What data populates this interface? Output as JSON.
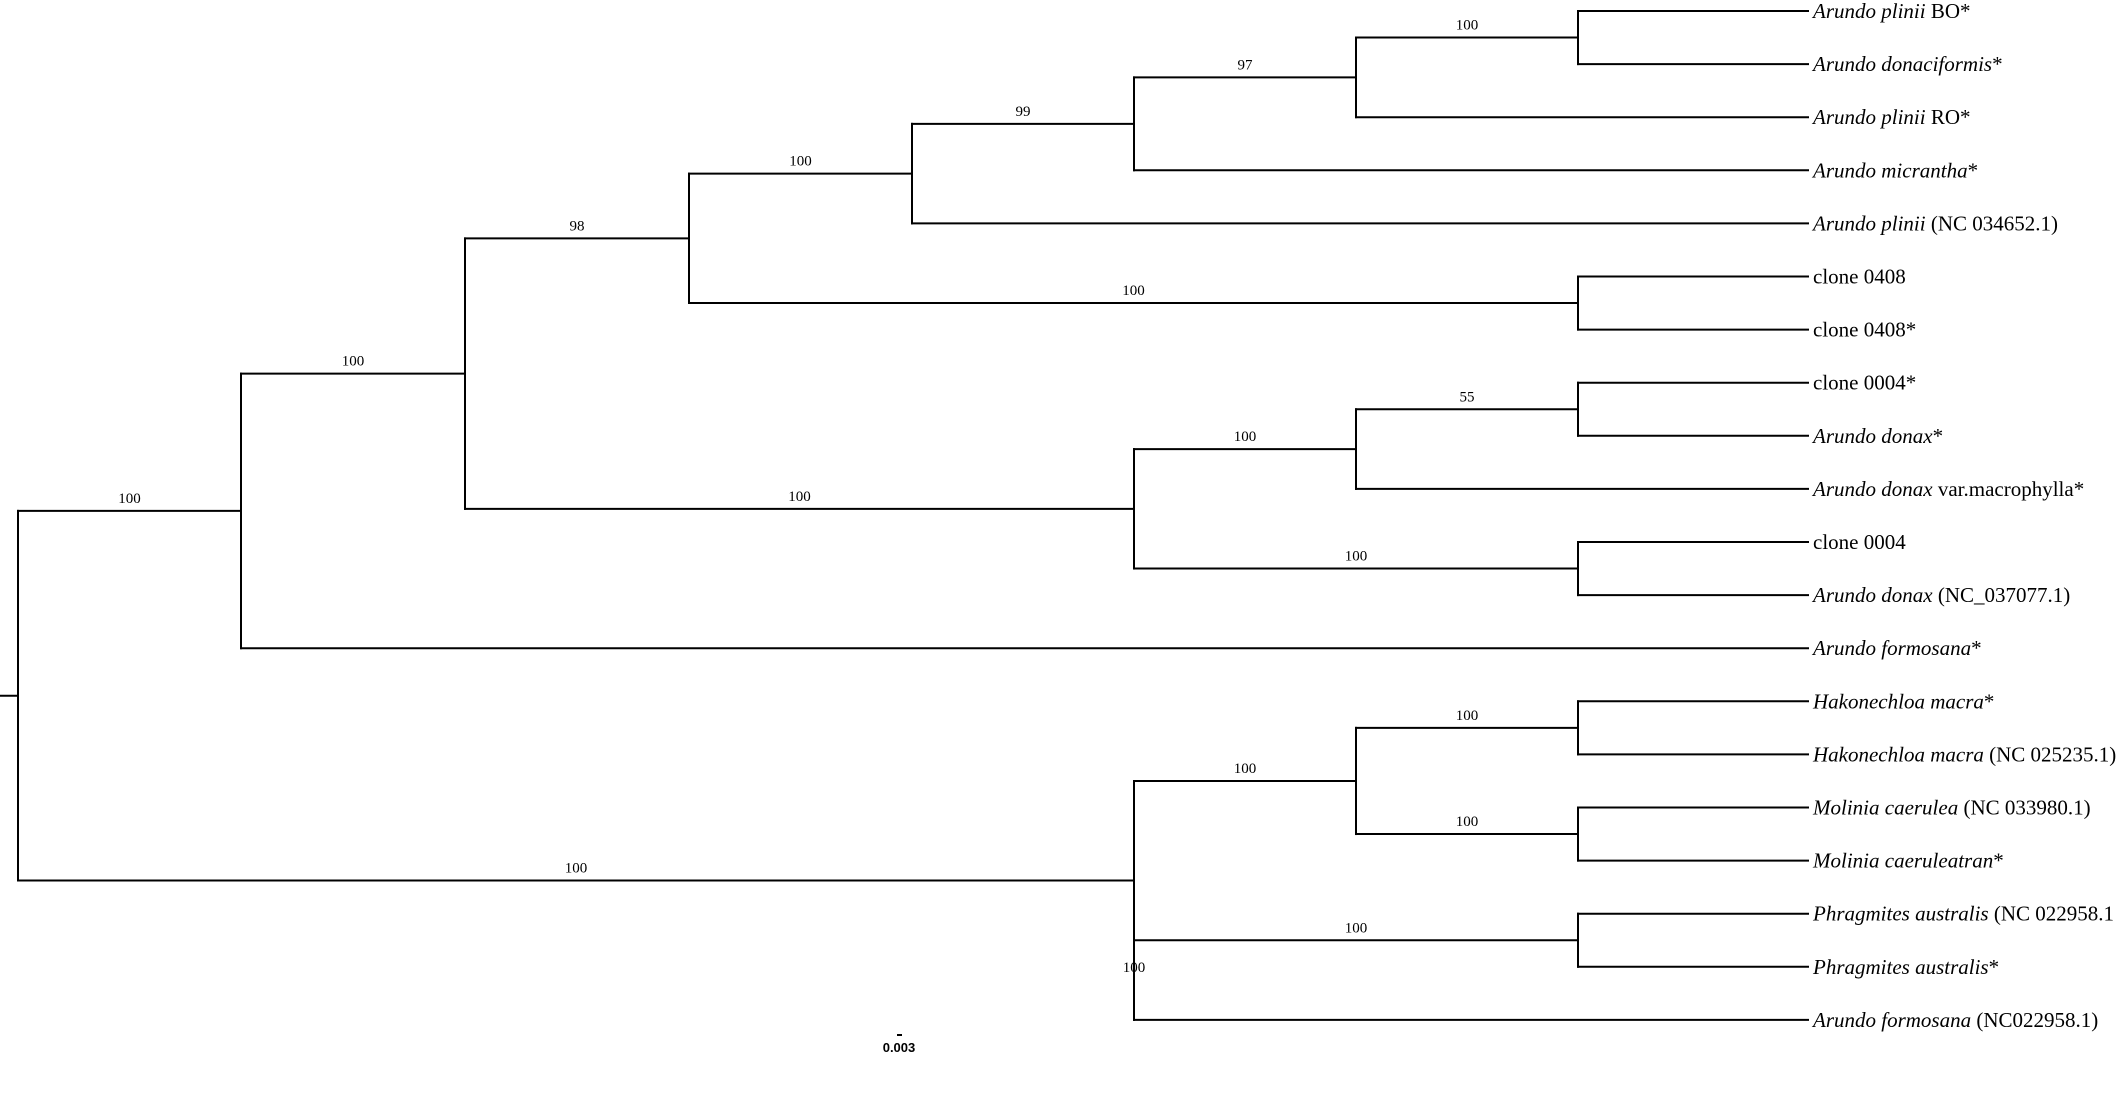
{
  "leaves": [
    {
      "id": "a1",
      "genus": "Arundo plinii",
      "rest": " BO*"
    },
    {
      "id": "a2",
      "genus": "Arundo donaciformis",
      "rest": "*"
    },
    {
      "id": "a3",
      "genus": "Arundo plinii",
      "rest": " RO*"
    },
    {
      "id": "a4",
      "genus": "Arundo micrantha",
      "rest": "*"
    },
    {
      "id": "a5",
      "genus": "Arundo plinii",
      "rest": " (NC 034652.1)"
    },
    {
      "id": "c1",
      "genus": "",
      "rest": "clone 0408"
    },
    {
      "id": "c2",
      "genus": "",
      "rest": "clone 0408*"
    },
    {
      "id": "c3",
      "genus": "",
      "rest": "clone 0004*"
    },
    {
      "id": "d1",
      "genus": "Arundo donax",
      "rest": "*"
    },
    {
      "id": "d2",
      "genus": "Arundo donax",
      "rest": " var.macrophylla*"
    },
    {
      "id": "c4",
      "genus": "",
      "rest": "clone 0004"
    },
    {
      "id": "d3",
      "genus": "Arundo donax",
      "rest": " (NC_037077.1)"
    },
    {
      "id": "f1",
      "genus": "Arundo formosana",
      "rest": "*"
    },
    {
      "id": "h1",
      "genus": "Hakonechloa macra",
      "rest": "*"
    },
    {
      "id": "h2",
      "genus": "Hakonechloa macra",
      "rest": " (NC 025235.1)"
    },
    {
      "id": "m1",
      "genus": "Molinia caerulea",
      "rest": " (NC 033980.1)"
    },
    {
      "id": "m2",
      "genus": "Molinia caeruleatran",
      "rest": "*"
    },
    {
      "id": "p1",
      "genus": "Phragmites australis",
      "rest": " (NC 022958.1"
    },
    {
      "id": "p2",
      "genus": "Phragmites australis",
      "rest": "*"
    },
    {
      "id": "f2",
      "genus": "Arundo formosana",
      "rest": " (NC022958.1)"
    }
  ],
  "tree": {
    "root_stem": true,
    "nodes": [
      {
        "id": "n_root",
        "children": [
          "n_top",
          "n_bot"
        ]
      },
      {
        "id": "n_top",
        "support": "100",
        "children": [
          "n_a",
          "f1"
        ]
      },
      {
        "id": "n_a",
        "support": "100",
        "children": [
          "n_b",
          "n_d"
        ]
      },
      {
        "id": "n_b",
        "support": "98",
        "children": [
          "n_c",
          "n_clone0408"
        ]
      },
      {
        "id": "n_c",
        "support": "100",
        "children": [
          "n_c2",
          "a5"
        ]
      },
      {
        "id": "n_c2",
        "support": "99",
        "children": [
          "n_c3",
          "a4"
        ]
      },
      {
        "id": "n_c3",
        "support": "97",
        "children": [
          "n_c4",
          "a3"
        ]
      },
      {
        "id": "n_c4",
        "support": "100",
        "children": [
          "a1",
          "a2"
        ]
      },
      {
        "id": "n_clone0408",
        "support": "100",
        "children": [
          "c1",
          "c2"
        ]
      },
      {
        "id": "n_d",
        "support": "100",
        "children": [
          "n_d2",
          "n_d5"
        ]
      },
      {
        "id": "n_d2",
        "support": "100",
        "children": [
          "n_d3",
          "d2"
        ]
      },
      {
        "id": "n_d3",
        "support": "55",
        "children": [
          "c3",
          "d1"
        ]
      },
      {
        "id": "n_d5",
        "support": "100",
        "children": [
          "c4",
          "d3"
        ]
      },
      {
        "id": "n_bot",
        "support": "100",
        "children": [
          "n_e1",
          "n_e4"
        ]
      },
      {
        "id": "n_e1",
        "support": "100",
        "children": [
          "n_e2",
          "n_e3"
        ]
      },
      {
        "id": "n_e2",
        "support": "100",
        "children": [
          "h1",
          "h2"
        ]
      },
      {
        "id": "n_e3",
        "support": "100",
        "children": [
          "m1",
          "m2"
        ]
      },
      {
        "id": "n_e4",
        "support": "100",
        "children": [
          "n_e5",
          "f2"
        ]
      },
      {
        "id": "n_e5",
        "support": "100",
        "children": [
          "p1",
          "p2"
        ]
      }
    ]
  },
  "scale_bar": {
    "label": "0.003"
  }
}
